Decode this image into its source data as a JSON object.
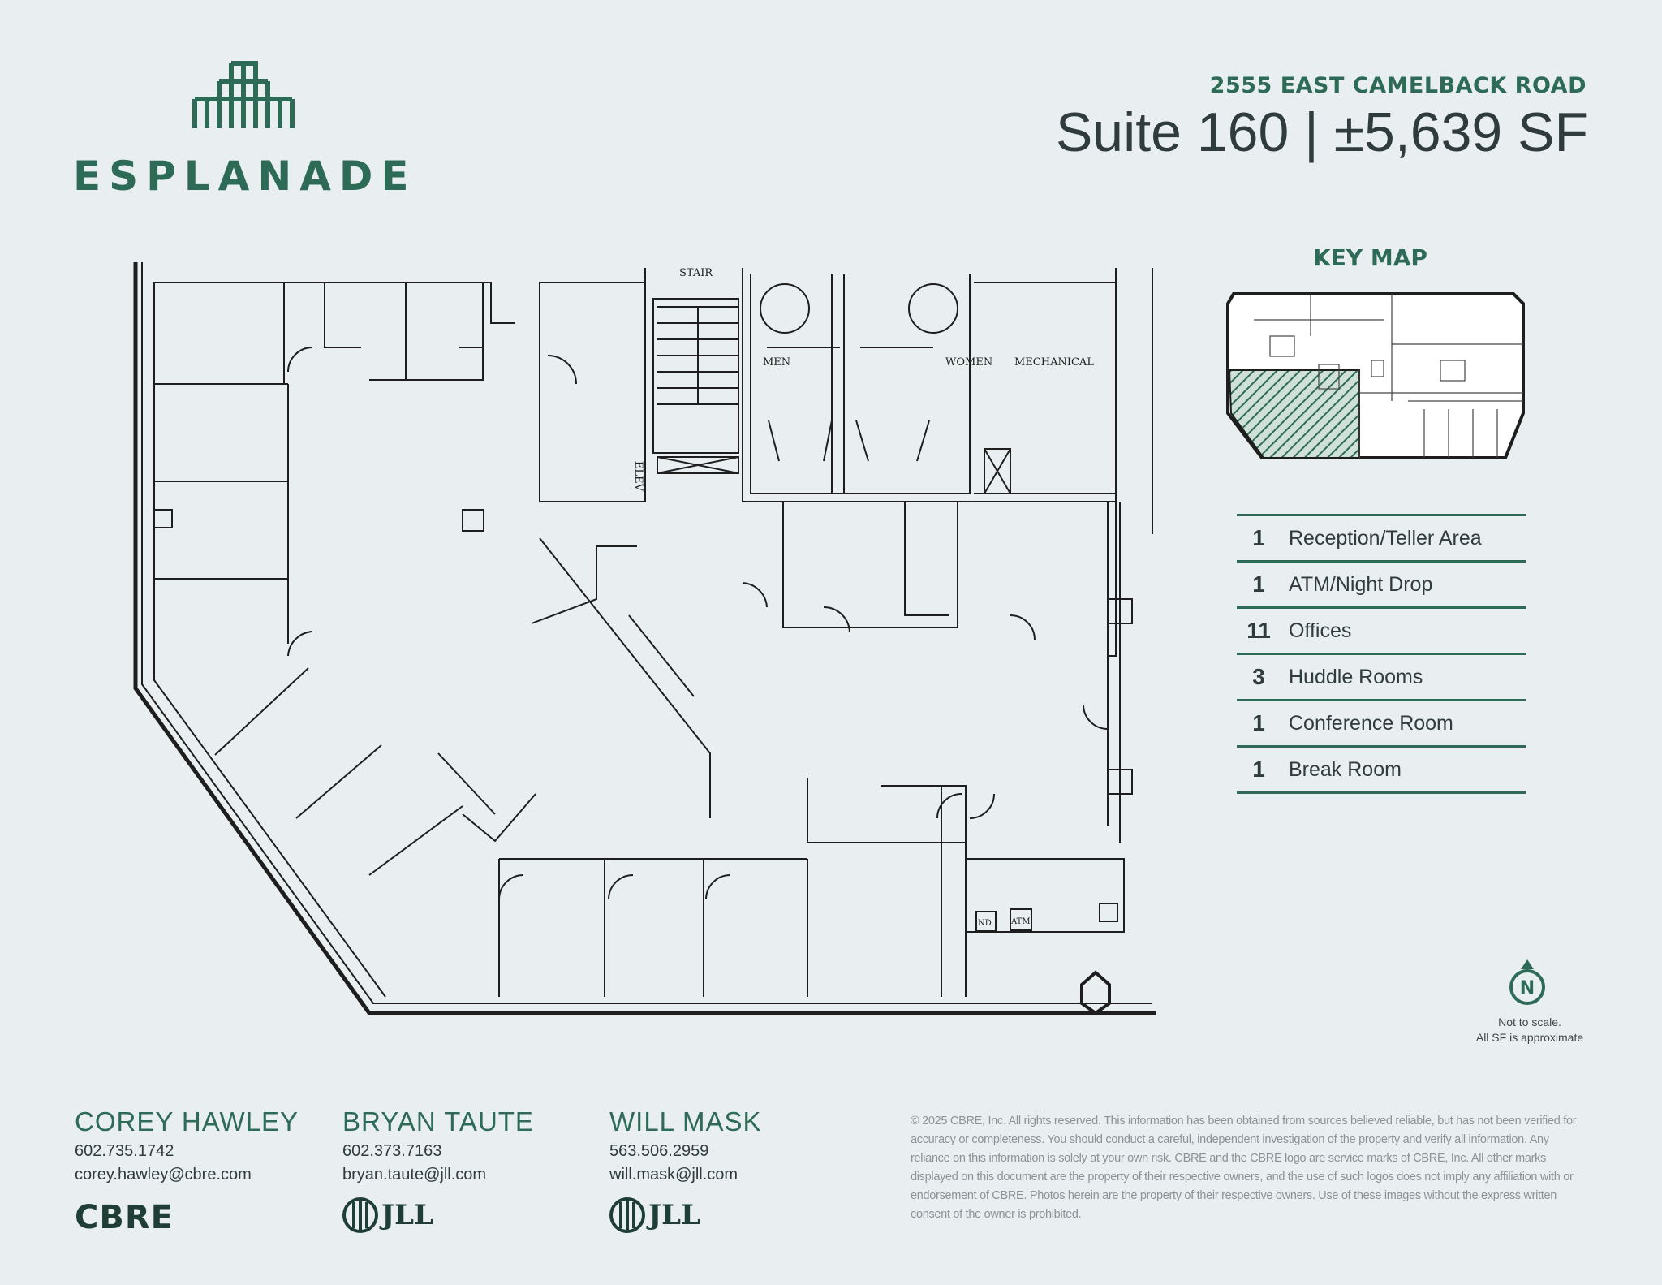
{
  "brand": {
    "name": "ESPLANADE",
    "color": "#2e6b57"
  },
  "header": {
    "address": "2555 EAST CAMELBACK ROAD",
    "title": "Suite 160 | ±5,639 SF"
  },
  "key_map": {
    "title": "KEY MAP"
  },
  "legend": [
    {
      "count": "1",
      "label": "Reception/Teller Area"
    },
    {
      "count": "1",
      "label": "ATM/Night Drop"
    },
    {
      "count": "11",
      "label": "Offices"
    },
    {
      "count": "3",
      "label": "Huddle Rooms"
    },
    {
      "count": "1",
      "label": "Conference Room"
    },
    {
      "count": "1",
      "label": "Break Room"
    }
  ],
  "floorplan": {
    "labels": {
      "stair": "STAIR",
      "men": "MEN",
      "women": "WOMEN",
      "mechanical": "MECHANICAL",
      "elev": "ELEV",
      "nd": "ND",
      "atm": "ATM"
    }
  },
  "compass": {
    "letter": "N",
    "icon": "north-arrow-icon"
  },
  "scale_note": {
    "line1": "Not to scale.",
    "line2": "All SF is approximate"
  },
  "contacts": [
    {
      "name": "COREY HAWLEY",
      "phone": "602.735.1742",
      "email": "corey.hawley@cbre.com",
      "company": "CBRE"
    },
    {
      "name": "BRYAN TAUTE",
      "phone": "602.373.7163",
      "email": "bryan.taute@jll.com",
      "company": "JLL"
    },
    {
      "name": "WILL MASK",
      "phone": "563.506.2959",
      "email": "will.mask@jll.com",
      "company": "JLL"
    }
  ],
  "disclaimer": "© 2025 CBRE, Inc. All rights reserved. This information has been obtained from sources believed reliable, but has not been verified for accuracy or completeness. You should conduct a careful, independent investigation of the property and verify all information. Any reliance on this information is solely at your own risk. CBRE and the CBRE logo are service marks of CBRE, Inc. All other marks displayed on this document are the property of their respective owners, and the use of such logos does not imply any affiliation with or endorsement of CBRE. Photos herein are the property of their respective owners. Use of these images without the express written consent of the owner is prohibited."
}
